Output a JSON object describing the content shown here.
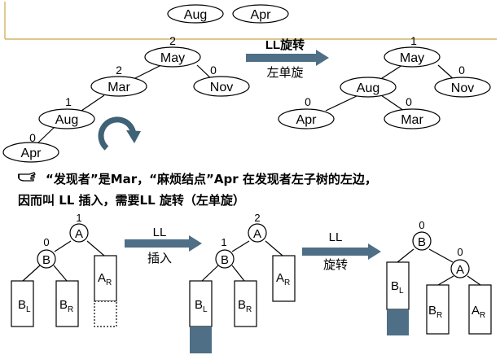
{
  "top_nodes": [
    "Aug",
    "Apr"
  ],
  "tree_before": {
    "nodes": [
      {
        "label": "May",
        "factor": "2"
      },
      {
        "label": "Mar",
        "factor": "2"
      },
      {
        "label": "Nov",
        "factor": "0"
      },
      {
        "label": "Aug",
        "factor": "1"
      },
      {
        "label": "Apr",
        "factor": "0"
      }
    ]
  },
  "rotation_arrow": {
    "line1": "LL旋转",
    "line2": "左单旋"
  },
  "tree_after": {
    "nodes": [
      {
        "label": "May",
        "factor": "1"
      },
      {
        "label": "Aug",
        "factor": "0"
      },
      {
        "label": "Nov",
        "factor": "0"
      },
      {
        "label": "Apr",
        "factor": "0"
      },
      {
        "label": "Mar",
        "factor": "0"
      }
    ]
  },
  "caption": {
    "icon": "pointing-hand-icon",
    "line1": "“发现者”是Mar，“麻烦结点”Apr 在发现者左子树的左边，",
    "line2": "因而叫 LL 插入，需要LL 旋转（左单旋）"
  },
  "schematic": {
    "stage1": {
      "a": {
        "label": "A",
        "factor": "1"
      },
      "b": {
        "label": "B",
        "factor": "0"
      },
      "subtrees": {
        "bl": "B",
        "bl_sub": "L",
        "br": "B",
        "br_sub": "R",
        "ar": "A",
        "ar_sub": "R"
      }
    },
    "arrow1": {
      "line1": "LL",
      "line2": "插入"
    },
    "stage2": {
      "a": {
        "label": "A",
        "factor": "2"
      },
      "b": {
        "label": "B",
        "factor": "1"
      },
      "subtrees": {
        "bl": "B",
        "bl_sub": "L",
        "br": "B",
        "br_sub": "R",
        "ar": "A",
        "ar_sub": "R"
      }
    },
    "arrow2": {
      "line1": "LL",
      "line2": "旋转"
    },
    "stage3": {
      "b": {
        "label": "B",
        "factor": "0"
      },
      "a": {
        "label": "A",
        "factor": "0"
      },
      "subtrees": {
        "bl": "B",
        "bl_sub": "L",
        "br": "B",
        "br_sub": "R",
        "ar": "A",
        "ar_sub": "R"
      }
    }
  },
  "colors": {
    "arrow": "#4e6f86",
    "block": "#4e6f86",
    "rotate": "#3f6276"
  }
}
